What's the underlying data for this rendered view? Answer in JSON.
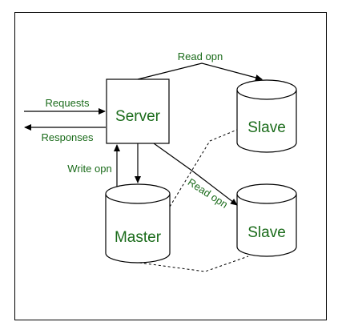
{
  "nodes": {
    "server": "Server",
    "master": "Master",
    "slave_top": "Slave",
    "slave_bottom": "Slave"
  },
  "edges": {
    "requests": "Requests",
    "responses": "Responses",
    "write_opn": "Write opn",
    "read_opn_top": "Read opn",
    "read_opn_diag": "Read opn"
  },
  "colors": {
    "label": "#1a6b1a",
    "stroke": "#000000",
    "background": "#ffffff"
  }
}
